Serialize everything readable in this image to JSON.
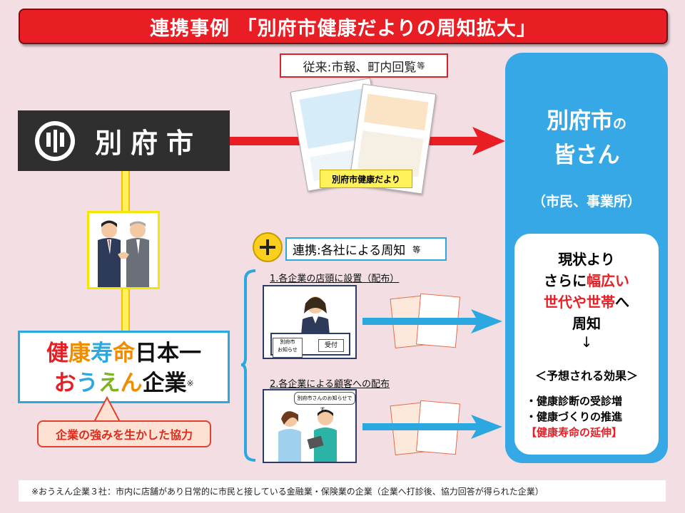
{
  "title": "連携事例 「別府市健康だよりの周知拡大」",
  "conventional": {
    "label": "従来:市報、町内回覧",
    "suffix": "等"
  },
  "beppu_logo_name": "別府市",
  "newsletter_label": "別府市健康だより",
  "ouen": {
    "line1": [
      "健",
      "康",
      "寿",
      "命",
      "日本一"
    ],
    "line2": [
      "お",
      "う",
      "え",
      "ん",
      "企業"
    ],
    "mark": "※"
  },
  "callout": "企業の強みを生かした協力",
  "collab": {
    "label": "連携:各社による周知",
    "suffix": "等"
  },
  "method1": "1.各企業の店頭に設置（配布）",
  "method2": "2.各企業による顧客への配布",
  "reception": {
    "sign1": "別府市",
    "sign2": "お知らせ",
    "desk": "受付"
  },
  "speech": "別府市さんのお知らせです。",
  "citizens": {
    "title_main": "別府市",
    "title_particle": "の",
    "title_line2": "皆さん",
    "subtitle": "（市民、事業所）"
  },
  "result": {
    "line1": "現状より",
    "line2_pre": "さらに",
    "line2_em": "幅広い",
    "line3_em": "世代や世帯",
    "line3_post": "へ",
    "line4": "周知",
    "arrow": "↓",
    "effects_heading": "＜予想される効果＞",
    "effects": [
      "・健康診断の受診増",
      "・健康づくりの推進"
    ],
    "effects_em": "【健康寿命の延伸】"
  },
  "footnote": "※おうえん企業３社：市内に店舗があり日常的に市民と接している金融業・保険業の企業（企業へ打診後、協力回答が得られた企業）",
  "colors": {
    "title_bg": "#e81e24",
    "citizens_bg": "#36a8e6",
    "connector": "#fff25a",
    "red_arrow": "#e81e24",
    "blue_arrow": "#2ba8e0"
  }
}
